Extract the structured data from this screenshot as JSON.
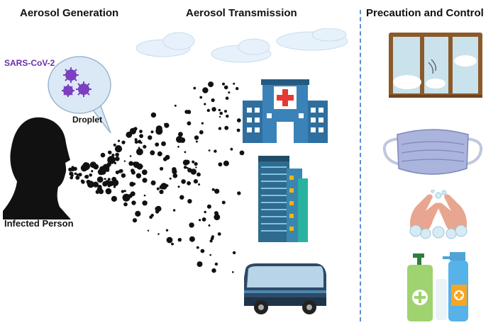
{
  "headings": {
    "generation": "Aerosol Generation",
    "transmission": "Aerosol Transmission",
    "precaution": "Precaution and Control"
  },
  "labels": {
    "virus": "SARS-CoV-2",
    "droplet": "Droplet",
    "person": "Infected Person"
  },
  "colors": {
    "virus": "#7b3fbf",
    "divider": "#5b8fd6",
    "building_blue": "#2f6f9f",
    "hospital_cross": "#e53935",
    "window_frame": "#8b5a2b",
    "mask": "#aab4dc",
    "hands": "#e8a58f",
    "bus": "#2d4a66"
  },
  "icons": {
    "cloud": "cloud-icon",
    "virus": "virus-icon",
    "person": "person-silhouette-icon",
    "hospital": "hospital-icon",
    "office": "office-building-icon",
    "bus": "bus-icon",
    "window": "window-icon",
    "mask": "face-mask-icon",
    "handwash": "hand-washing-icon",
    "sanitizer": "sanitizer-bottles-icon"
  }
}
